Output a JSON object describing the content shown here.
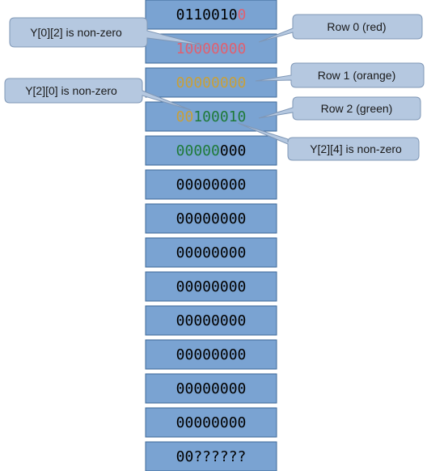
{
  "colors": {
    "cell_fill": "#7aa3d2",
    "cell_stroke": "#3f6a98",
    "callout_fill": "#b5c8e0",
    "callout_stroke": "#7f97b6",
    "default_bit": "#000000",
    "red": "#e06070",
    "orange": "#c8a03a",
    "green": "#1f7a3a"
  },
  "cells": [
    {
      "bits": "01100100",
      "colors": [
        "default",
        "default",
        "default",
        "default",
        "default",
        "default",
        "default",
        "red"
      ]
    },
    {
      "bits": "10000000",
      "colors": [
        "red",
        "red",
        "red",
        "red",
        "red",
        "red",
        "red",
        "red"
      ]
    },
    {
      "bits": "00000000",
      "colors": [
        "orange",
        "orange",
        "orange",
        "orange",
        "orange",
        "orange",
        "orange",
        "orange"
      ]
    },
    {
      "bits": "00100010",
      "colors": [
        "orange",
        "orange",
        "green",
        "green",
        "green",
        "green",
        "green",
        "green"
      ]
    },
    {
      "bits": "00000000",
      "colors": [
        "green",
        "green",
        "green",
        "green",
        "green",
        "default",
        "default",
        "default"
      ]
    },
    {
      "bits": "00000000",
      "colors": [
        "default",
        "default",
        "default",
        "default",
        "default",
        "default",
        "default",
        "default"
      ]
    },
    {
      "bits": "00000000",
      "colors": [
        "default",
        "default",
        "default",
        "default",
        "default",
        "default",
        "default",
        "default"
      ]
    },
    {
      "bits": "00000000",
      "colors": [
        "default",
        "default",
        "default",
        "default",
        "default",
        "default",
        "default",
        "default"
      ]
    },
    {
      "bits": "00000000",
      "colors": [
        "default",
        "default",
        "default",
        "default",
        "default",
        "default",
        "default",
        "default"
      ]
    },
    {
      "bits": "00000000",
      "colors": [
        "default",
        "default",
        "default",
        "default",
        "default",
        "default",
        "default",
        "default"
      ]
    },
    {
      "bits": "00000000",
      "colors": [
        "default",
        "default",
        "default",
        "default",
        "default",
        "default",
        "default",
        "default"
      ]
    },
    {
      "bits": "00000000",
      "colors": [
        "default",
        "default",
        "default",
        "default",
        "default",
        "default",
        "default",
        "default"
      ]
    },
    {
      "bits": "00000000",
      "colors": [
        "default",
        "default",
        "default",
        "default",
        "default",
        "default",
        "default",
        "default"
      ]
    },
    {
      "bits": "00??????",
      "colors": [
        "default",
        "default",
        "default",
        "default",
        "default",
        "default",
        "default",
        "default"
      ]
    }
  ],
  "callouts": {
    "y02": "Y[0][2] is non-zero",
    "row0": "Row 0 (red)",
    "row1": "Row 1 (orange)",
    "y20": "Y[2][0] is non-zero",
    "row2": "Row 2 (green)",
    "y24": "Y[2][4] is non-zero"
  }
}
